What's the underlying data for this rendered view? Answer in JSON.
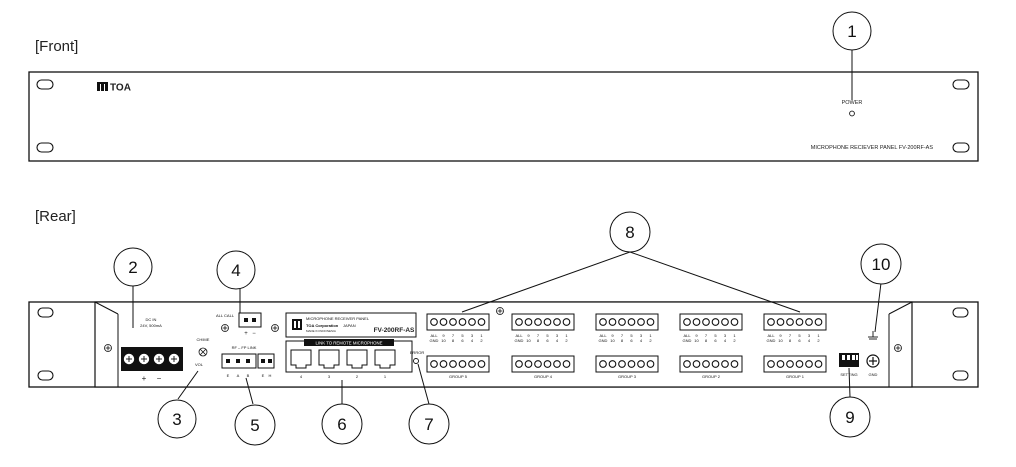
{
  "sections": {
    "front": "[Front]",
    "rear": "[Rear]"
  },
  "front": {
    "logo": "TOA",
    "power_label": "POWER",
    "model_label": "MICROPHONE RECIEVER PANEL FV-200RF-AS"
  },
  "rear": {
    "plate_line1": "MICROPHONE RECEIVER PANEL",
    "plate_line2": "TOA Corporation",
    "plate_line3": "MADE IN INDONESIA",
    "plate_country": "JAPAN",
    "plate_model": "FV-200RF-AS",
    "all_call": "ALL CALL",
    "dc_in": "DC IN",
    "dc_spec": "24V, 500mA",
    "chime": "CHIME",
    "vol": "VOL",
    "rf_link": "RF – FP LINK",
    "rf_terms": [
      "E",
      "A",
      "B",
      "E",
      "H"
    ],
    "link_remote": "LINK TO REMOTE MICROPHONE",
    "port_numbers": [
      "4",
      "3",
      "2",
      "1"
    ],
    "error": "ERROR",
    "terminal_top_row": [
      "ALL",
      "9",
      "7",
      "5",
      "3",
      "1"
    ],
    "terminal_bottom_row": [
      "GND",
      "10",
      "8",
      "6",
      "4",
      "2"
    ],
    "groups": [
      "GROUP 5",
      "GROUP 4",
      "GROUP 3",
      "GROUP 2",
      "GROUP 1"
    ],
    "setting": "SETTING",
    "gnd": "GND"
  },
  "callouts": [
    "1",
    "2",
    "3",
    "4",
    "5",
    "6",
    "7",
    "8",
    "9",
    "10"
  ]
}
